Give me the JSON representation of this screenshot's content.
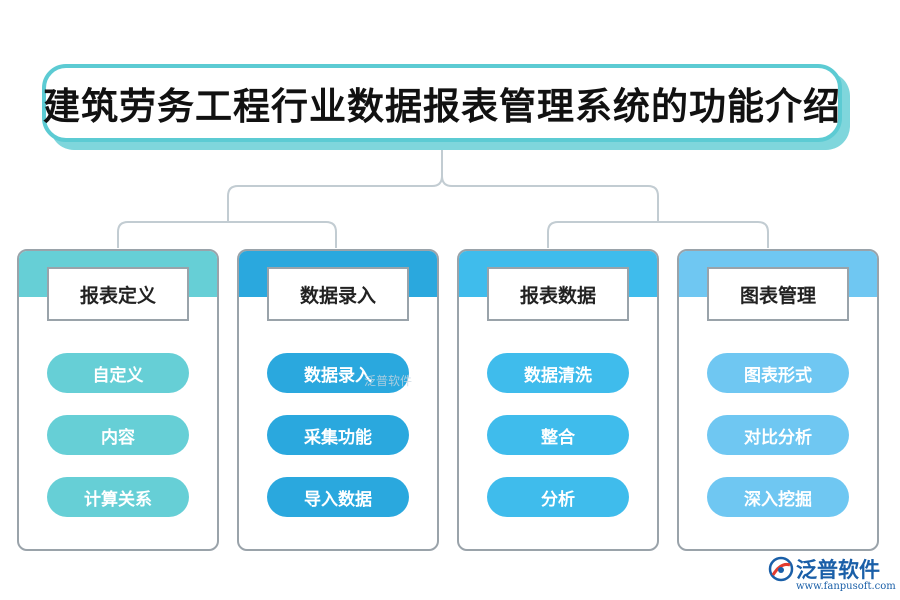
{
  "title": "建筑劳务工程行业数据报表管理系统的功能介绍",
  "colors": {
    "title_border": "#5ccbd3",
    "connector": "#c2ccd2",
    "card_border": "#9aa3aa"
  },
  "categories": [
    {
      "name": "报表定义",
      "items": [
        "自定义",
        "内容",
        "计算关系"
      ],
      "color": "#66cfd6"
    },
    {
      "name": "数据录入",
      "items": [
        "数据录入",
        "采集功能",
        "导入数据"
      ],
      "color": "#2aa8de"
    },
    {
      "name": "报表数据",
      "items": [
        "数据清洗",
        "整合",
        "分析"
      ],
      "color": "#3fbcec"
    },
    {
      "name": "图表管理",
      "items": [
        "图表形式",
        "对比分析",
        "深入挖掘"
      ],
      "color": "#6fc7f2"
    }
  ],
  "logo": {
    "name": "泛普软件",
    "url": "www.fanpusoft.com",
    "icon": "fanpu-logo-icon"
  }
}
